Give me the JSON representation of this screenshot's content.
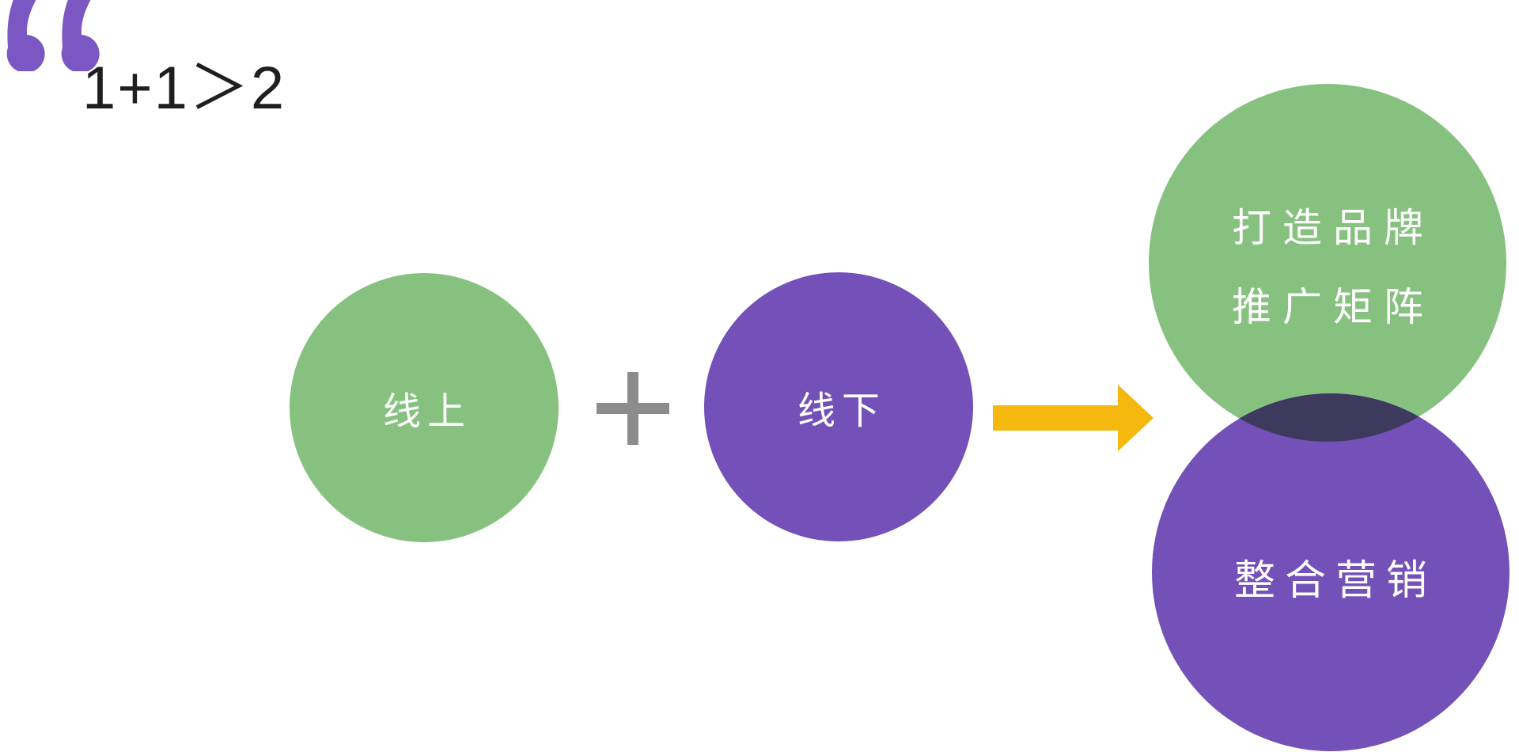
{
  "title": "1+1＞2",
  "diagram": {
    "online": {
      "label": "线上"
    },
    "operator": "plus",
    "offline": {
      "label": "线下"
    },
    "result_top": {
      "line1": "打造品牌",
      "line2": "推广矩阵"
    },
    "result_bottom": {
      "label": "整合营销"
    }
  },
  "colors": {
    "green": "#86C17F",
    "purple": "#7351B8",
    "quote_purple": "#7A57C2",
    "plus_gray": "#8C8C8C",
    "arrow_yellow": "#F5B80F",
    "overlap_dark": "#3D3A5E",
    "title_text": "#1F1F1F",
    "circle_text": "#FFFFFF"
  }
}
